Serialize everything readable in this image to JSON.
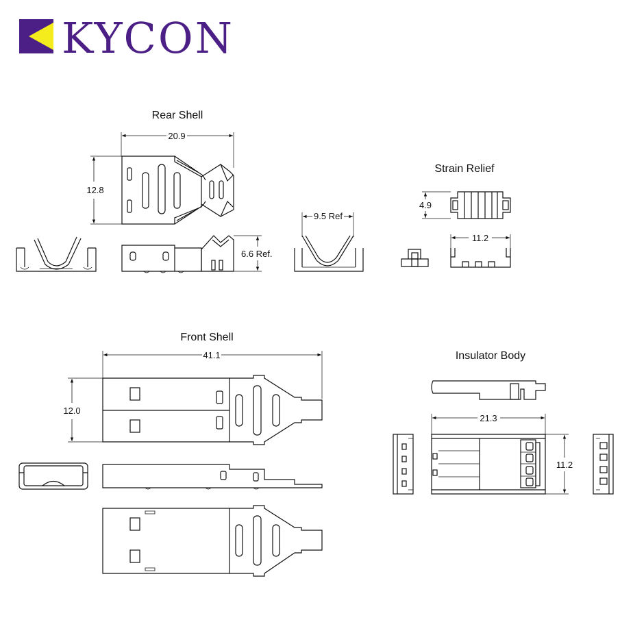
{
  "logo": {
    "text": "KYCON",
    "colors": {
      "purple": "#4b1f86",
      "yellow": "#f4ec1c"
    }
  },
  "sections": {
    "rear_shell": {
      "title": "Rear Shell",
      "dims": {
        "width": "20.9",
        "height": "12.8",
        "side_height": "6.6 Ref.",
        "end_width": "9.5 Ref"
      }
    },
    "strain_relief": {
      "title": "Strain Relief",
      "dims": {
        "height": "4.9",
        "width": "11.2"
      }
    },
    "front_shell": {
      "title": "Front Shell",
      "dims": {
        "length": "41.1",
        "height": "12.0"
      }
    },
    "insulator_body": {
      "title": "Insulator Body",
      "dims": {
        "width": "21.3",
        "height": "11.2"
      }
    }
  }
}
